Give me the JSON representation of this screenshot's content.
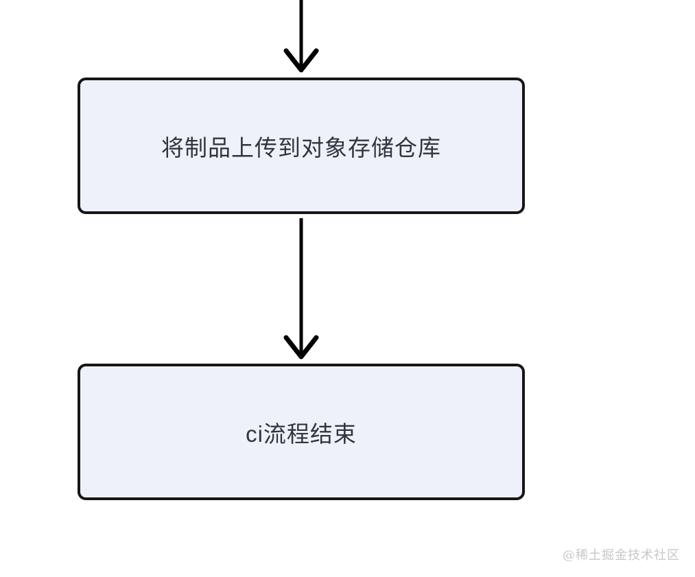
{
  "diagram": {
    "type": "flowchart",
    "direction": "top-down",
    "background_color": "#ffffff",
    "node_fill_color": "#eef1f9",
    "node_border_color": "#161616",
    "node_text_color": "#30343d",
    "arrow_color": "#000000",
    "nodes": [
      {
        "id": "upload-artifact",
        "label": "将制品上传到对象存储仓库"
      },
      {
        "id": "ci-end",
        "label": "ci流程结束"
      }
    ],
    "edges": [
      {
        "from": "previous-step-offscreen",
        "to": "upload-artifact",
        "style": "straight-arrow-down"
      },
      {
        "from": "upload-artifact",
        "to": "ci-end",
        "style": "straight-arrow-down"
      }
    ],
    "watermark": {
      "text": "@稀土掘金技术社区",
      "color": "#c7c7c7"
    }
  }
}
